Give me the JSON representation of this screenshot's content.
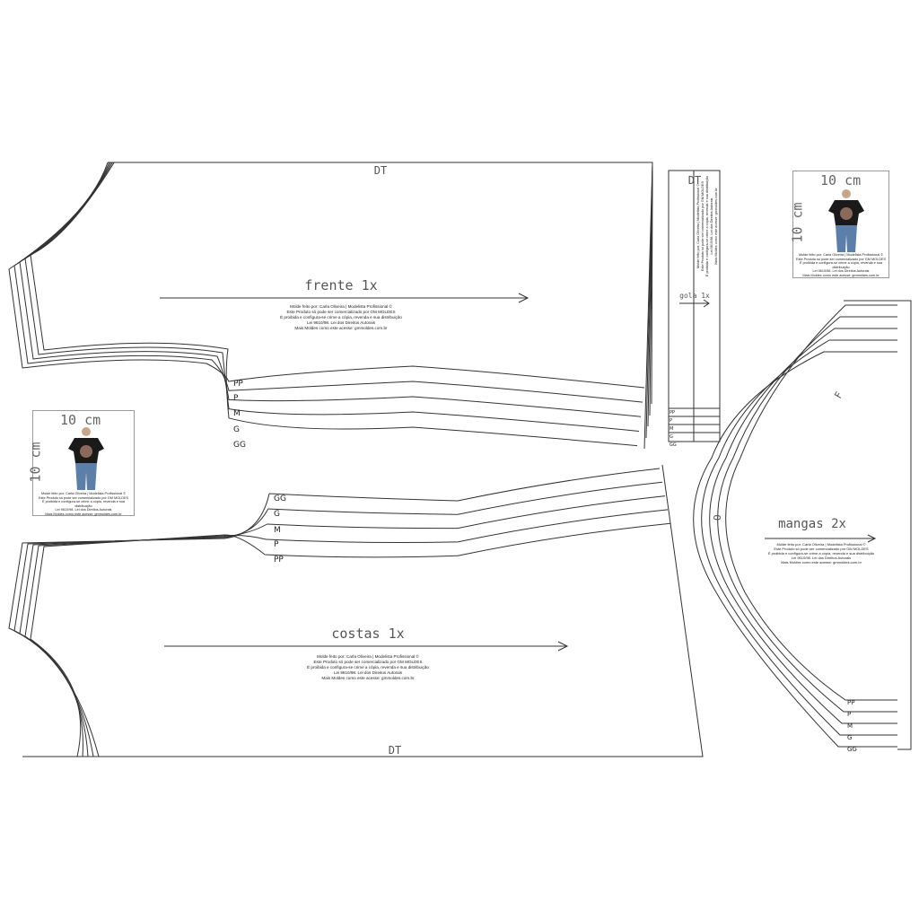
{
  "pieces": {
    "frente": {
      "title": "frente 1x",
      "fold": "DT",
      "sizes": [
        "PP",
        "P",
        "M",
        "G",
        "GG"
      ]
    },
    "costas": {
      "title": "costas 1x",
      "fold": "DT",
      "sizes": [
        "GG",
        "G",
        "M",
        "P",
        "PP"
      ]
    },
    "gola": {
      "title": "gola 1x",
      "fold": "DT",
      "sizes": [
        "PP",
        "P",
        "M",
        "G",
        "GG"
      ]
    },
    "mangas": {
      "title": "mangas 2x",
      "front_mark": "F",
      "center_mark": "O",
      "sizes": [
        "PP",
        "P",
        "M",
        "G",
        "GG"
      ]
    }
  },
  "copyright": [
    "Molde feito por: Carla Oliveira | Modelista Profissional ©",
    "Este Produto só pode ser comercializado por GM MOLDES",
    "É proibida e configura-se crime a cópia, revenda e sua distribuição",
    "Lei 9610/98. Lei dos Direitos Autorais",
    "Mais Moldes como este acesse: gmmoldes.com.br"
  ],
  "scale_card": {
    "width_label": "10 cm",
    "height_label": "10 cm"
  }
}
